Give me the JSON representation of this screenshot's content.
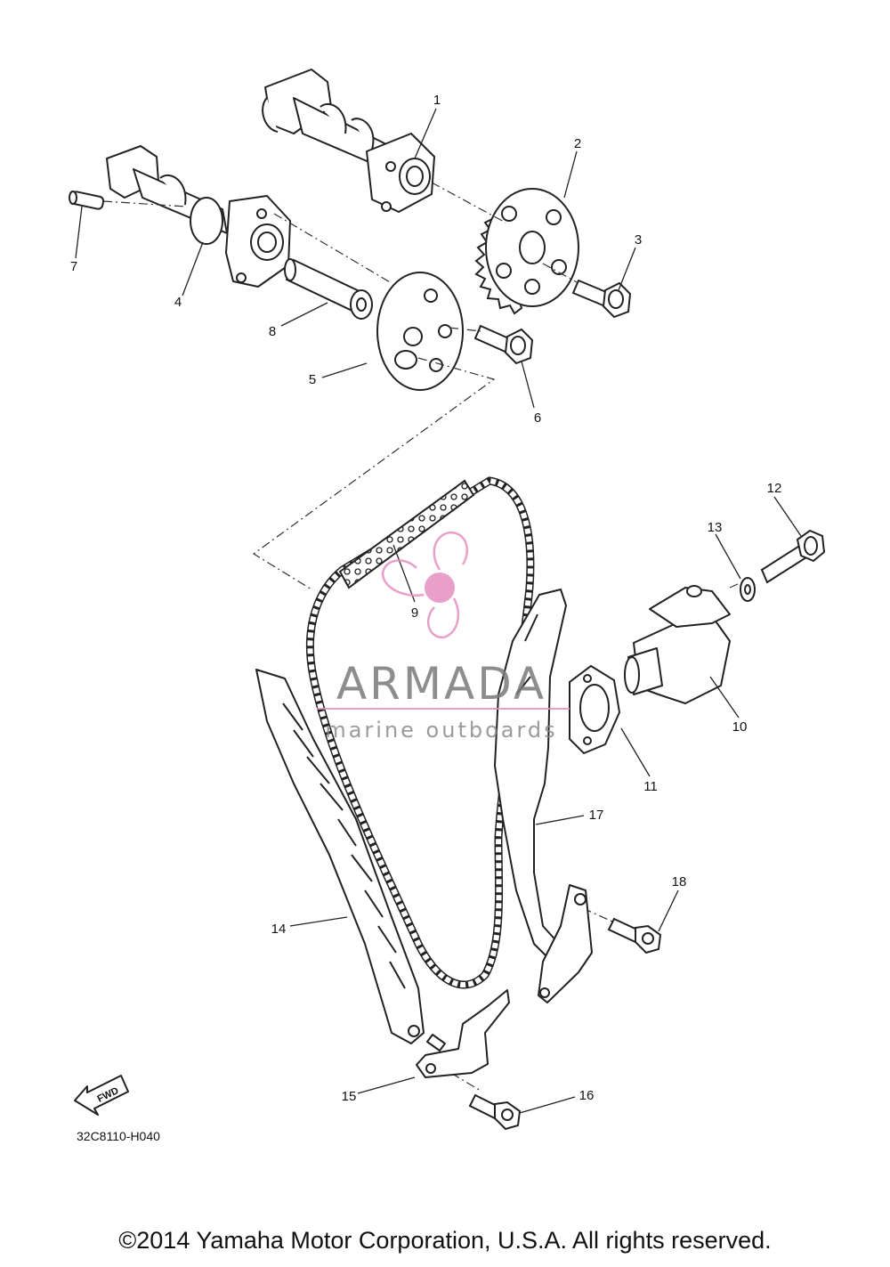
{
  "diagram": {
    "part_callouts": [
      "1",
      "2",
      "3",
      "4",
      "5",
      "6",
      "7",
      "8",
      "9",
      "10",
      "11",
      "12",
      "13",
      "14",
      "15",
      "16",
      "17",
      "18"
    ],
    "diagram_code": "32C8110-H040",
    "fwd_label": "FWD"
  },
  "watermark": {
    "brand": "ARMADA",
    "subtitle": "marine outboards",
    "colors": {
      "logo": "#e58fc0",
      "text": "#7a7a7a"
    }
  },
  "footer": {
    "copyright": "©2014 Yamaha Motor Corporation, U.S.A. All rights reserved."
  }
}
